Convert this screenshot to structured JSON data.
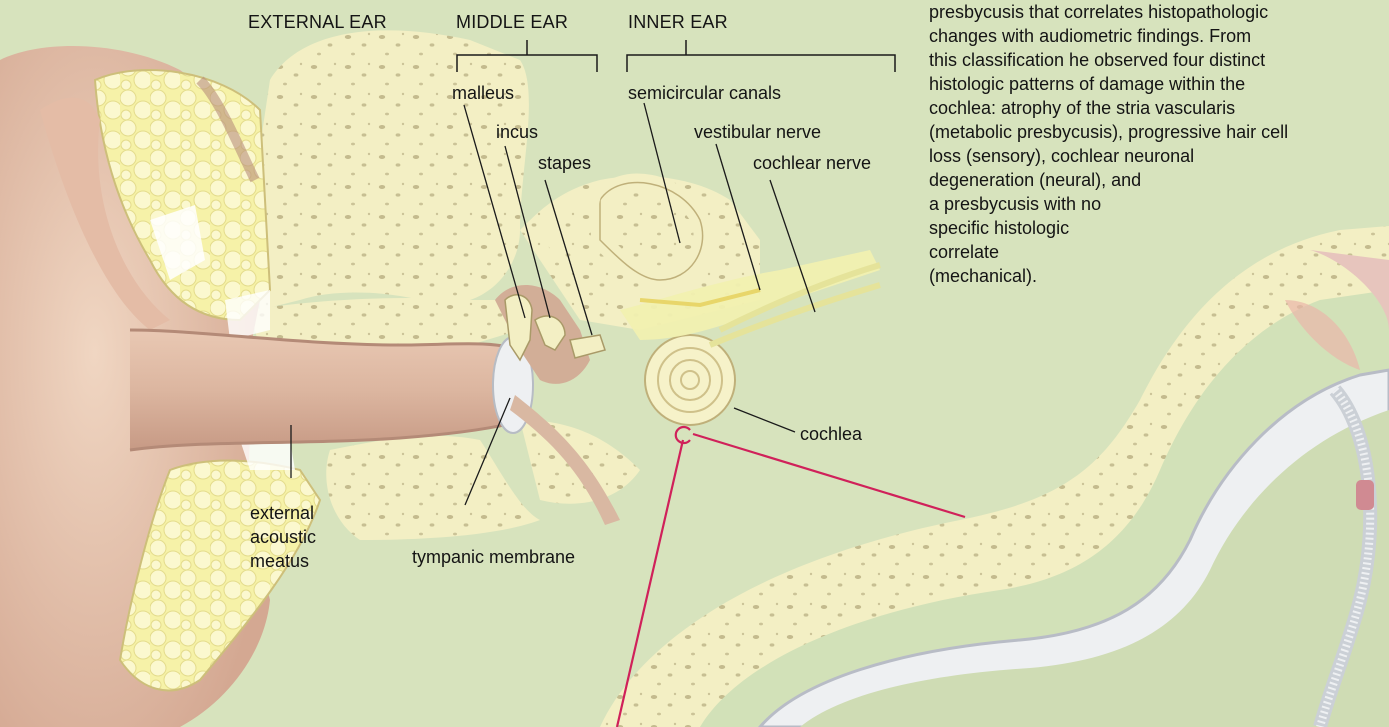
{
  "sections": {
    "external_ear": "EXTERNAL EAR",
    "middle_ear": "MIDDLE EAR",
    "inner_ear": "INNER EAR"
  },
  "labels": {
    "malleus": "malleus",
    "incus": "incus",
    "stapes": "stapes",
    "semicircular_canals": "semicircular canals",
    "vestibular_nerve": "vestibular nerve",
    "cochlear_nerve": "cochlear nerve",
    "cochlea": "cochlea",
    "tympanic_membrane": "tympanic membrane",
    "external_acoustic_meatus": [
      "external",
      "acoustic",
      "meatus"
    ]
  },
  "caption_lines": [
    "presbycusis that correlates histopathologic",
    "changes with audiometric findings. From",
    "this classification he observed four distinct",
    "histologic patterns of damage within the",
    "cochlea: atrophy of the stria vascularis",
    "(metabolic presbycusis), progressive hair cell",
    "loss (sensory), cochlear neuronal",
    "degeneration (neural), and",
    "a presbycusis with no",
    "specific histologic",
    "correlate",
    "(mechanical)."
  ],
  "colors": {
    "background": "#d7e3bd",
    "bone": "#f3efc4",
    "skin": "#e8c7b0",
    "canal": "#d9b09a",
    "callout": "#d0215a"
  }
}
